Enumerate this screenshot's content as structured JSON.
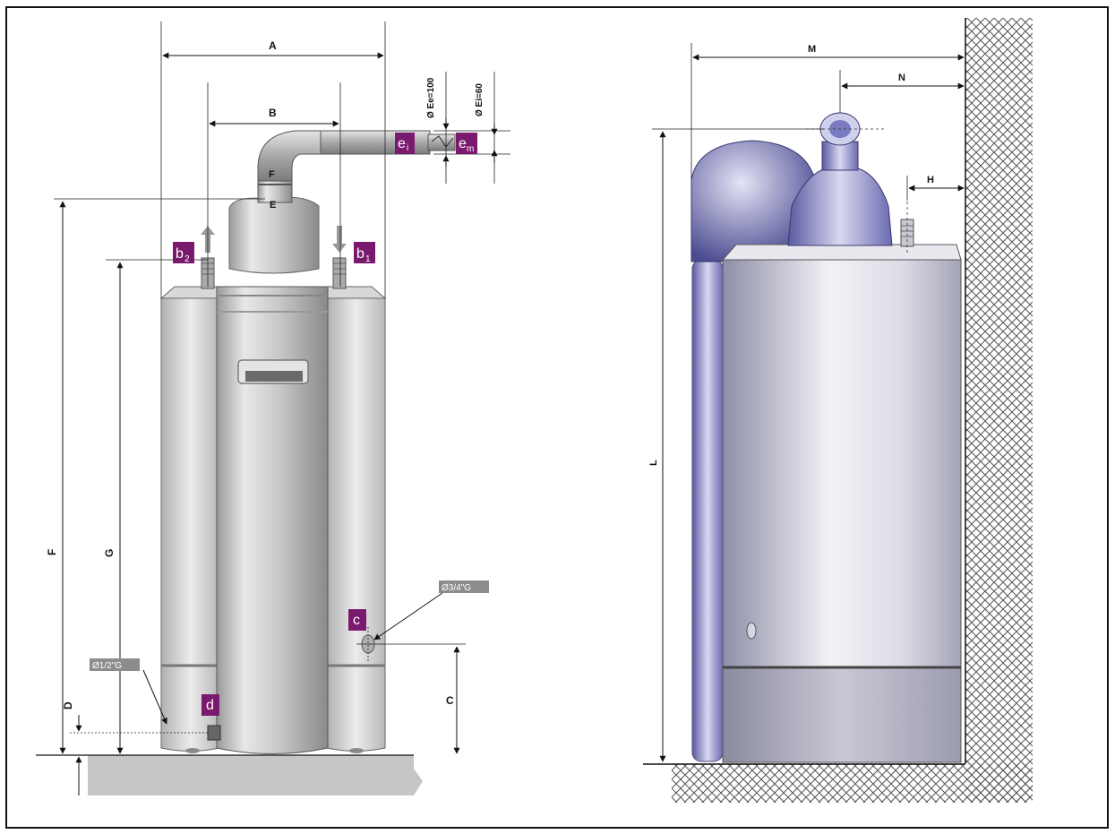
{
  "dimensions": {
    "A": "A",
    "B": "B",
    "C": "C",
    "D": "D",
    "F": "F",
    "G": "G",
    "H": "H",
    "L": "L",
    "M": "M",
    "N": "N"
  },
  "pipe_labels": {
    "ee": "Ø Ee=100",
    "ei": "Ø Ei=60",
    "flue_f": "F",
    "flue_e": "E"
  },
  "connection_tags": {
    "b2_main": "b",
    "b2_sub": "2",
    "b1_main": "b",
    "b1_sub": "1",
    "ei_main": "e",
    "ei_sub": "i",
    "em_main": "e",
    "em_sub": "m",
    "c": "c",
    "d": "d"
  },
  "pipe_sizes": {
    "c": "Ø3/4\"G",
    "d": "Ø1/2\"G"
  },
  "colors": {
    "tag": "#7a1a6e",
    "size_label": "#8c8c8c",
    "tank": "#cfcfcf",
    "tank_side_view": "#b8b8d8",
    "floor": "#c4c4c4"
  }
}
